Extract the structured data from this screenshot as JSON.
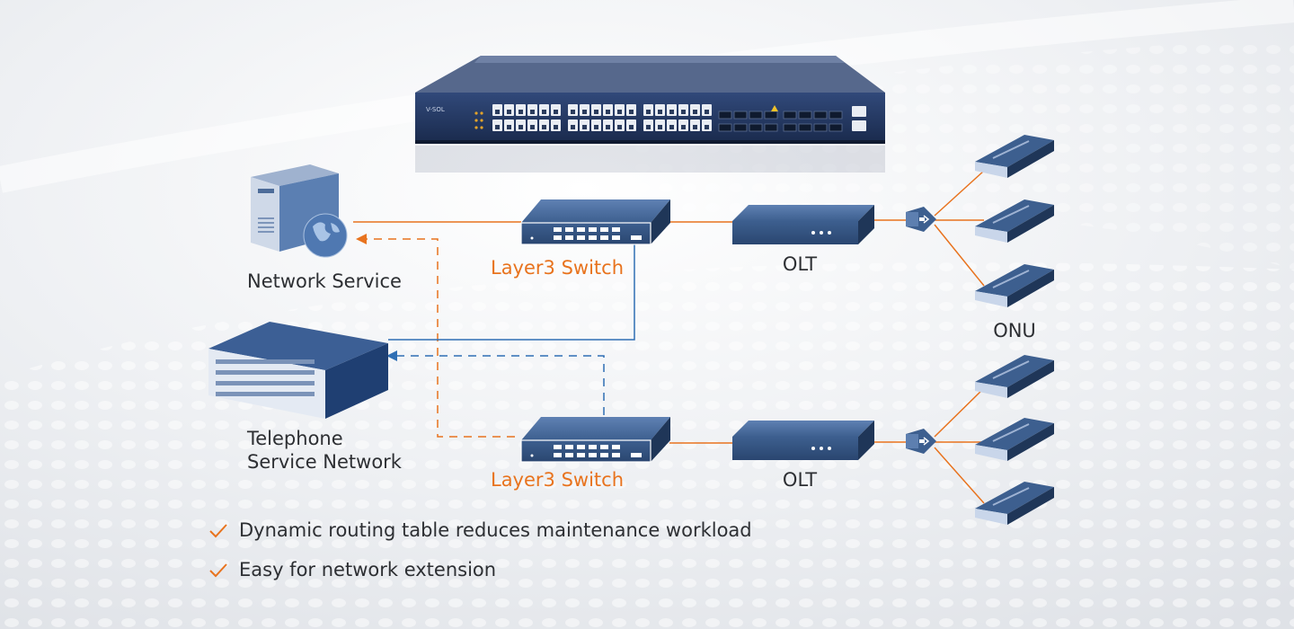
{
  "labels": {
    "network_service": "Network Service",
    "telephone_line1": "Telephone",
    "telephone_line2": "Service Network",
    "switch_top": "Layer3 Switch",
    "switch_bottom": "Layer3 Switch",
    "olt_top": "OLT",
    "olt_bottom": "OLT",
    "onu": "ONU"
  },
  "device_logo": "V-SOL",
  "features": [
    "Dynamic routing table reduces maintenance workload",
    "Easy for network extension"
  ],
  "colors": {
    "accent_orange": "#e8731e",
    "link_blue": "#2f6fb4",
    "device_blue": "#3d5f8f",
    "device_dark": "#1f3658",
    "text": "#2d2f33"
  },
  "icons": {
    "check": "checkmark-icon",
    "splitter": "splitter-icon",
    "server": "server-icon",
    "globe": "globe-icon"
  }
}
